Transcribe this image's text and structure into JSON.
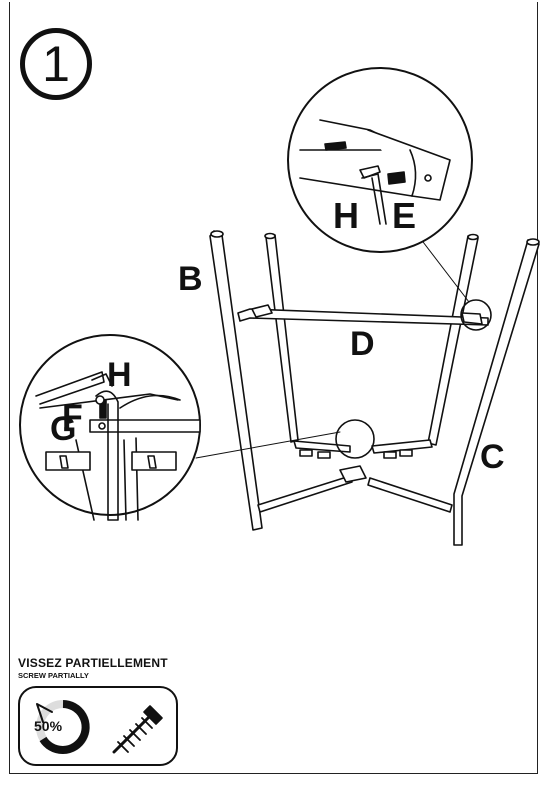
{
  "step": {
    "number": "1"
  },
  "part_labels": {
    "B": "B",
    "C": "C",
    "D": "D",
    "E": "E",
    "F": "F",
    "G": "G",
    "H_top": "H",
    "H_left": "H"
  },
  "instruction": {
    "fr": "VISSEZ PARTIELLEMENT",
    "en": "SCREW PARTIALLY",
    "percent": "50%",
    "progress_fraction": 0.5
  },
  "icons": [
    "rotate-arrow-icon",
    "screw-icon",
    "allen-key-icon"
  ]
}
